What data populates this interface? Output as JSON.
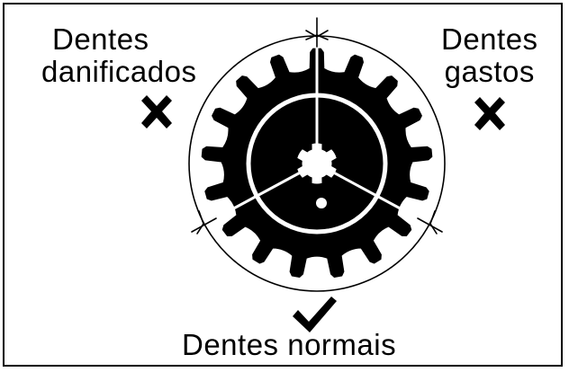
{
  "labels": {
    "damaged_line1": "Dentes",
    "damaged_line2": "danificados",
    "worn_line1": "Dentes",
    "worn_line2": "gastos",
    "normal": "Dentes normais"
  },
  "icons": {
    "damaged": "cross-mark-icon",
    "worn": "cross-mark-icon",
    "normal": "check-mark-icon"
  },
  "gear": {
    "teeth": 17
  },
  "colors": {
    "ink": "#000000",
    "paper": "#ffffff"
  }
}
